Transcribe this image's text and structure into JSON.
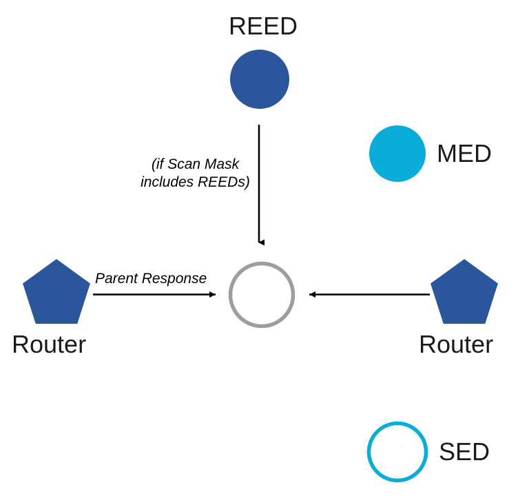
{
  "diagram": {
    "title_present": false,
    "background_color": "#ffffff",
    "colors": {
      "dark_blue": "#2b569b",
      "cyan": "#0aadd8",
      "gray_outline": "#9d9d9d",
      "arrow_black": "#000000",
      "text_black": "#1a1a1a"
    },
    "nodes": [
      {
        "id": "reed",
        "label": "REED",
        "shape": "circle-filled",
        "color": "#2b569b",
        "label_position": "above"
      },
      {
        "id": "med",
        "label": "MED",
        "shape": "circle-filled",
        "color": "#0aadd8",
        "label_position": "right"
      },
      {
        "id": "center-sed",
        "label": "",
        "shape": "circle-outline",
        "color": "#9d9d9d",
        "label_position": "none"
      },
      {
        "id": "router-left",
        "label": "Router",
        "shape": "pentagon",
        "color": "#2b569b",
        "label_position": "below"
      },
      {
        "id": "router-right",
        "label": "Router",
        "shape": "pentagon",
        "color": "#2b569b",
        "label_position": "below"
      },
      {
        "id": "sed",
        "label": "SED",
        "shape": "circle-outline",
        "color": "#0aadd8",
        "label_position": "right"
      }
    ],
    "edges": [
      {
        "id": "reed-to-center",
        "from": "reed",
        "to": "center-sed",
        "direction": "down",
        "label_line_1": "(if Scan Mask",
        "label_line_2": "includes REEDs)"
      },
      {
        "id": "router-left-to-center",
        "from": "router-left",
        "to": "center-sed",
        "direction": "right",
        "label": "Parent Response"
      },
      {
        "id": "router-right-to-center",
        "from": "router-right",
        "to": "center-sed",
        "direction": "left",
        "label": ""
      }
    ]
  }
}
